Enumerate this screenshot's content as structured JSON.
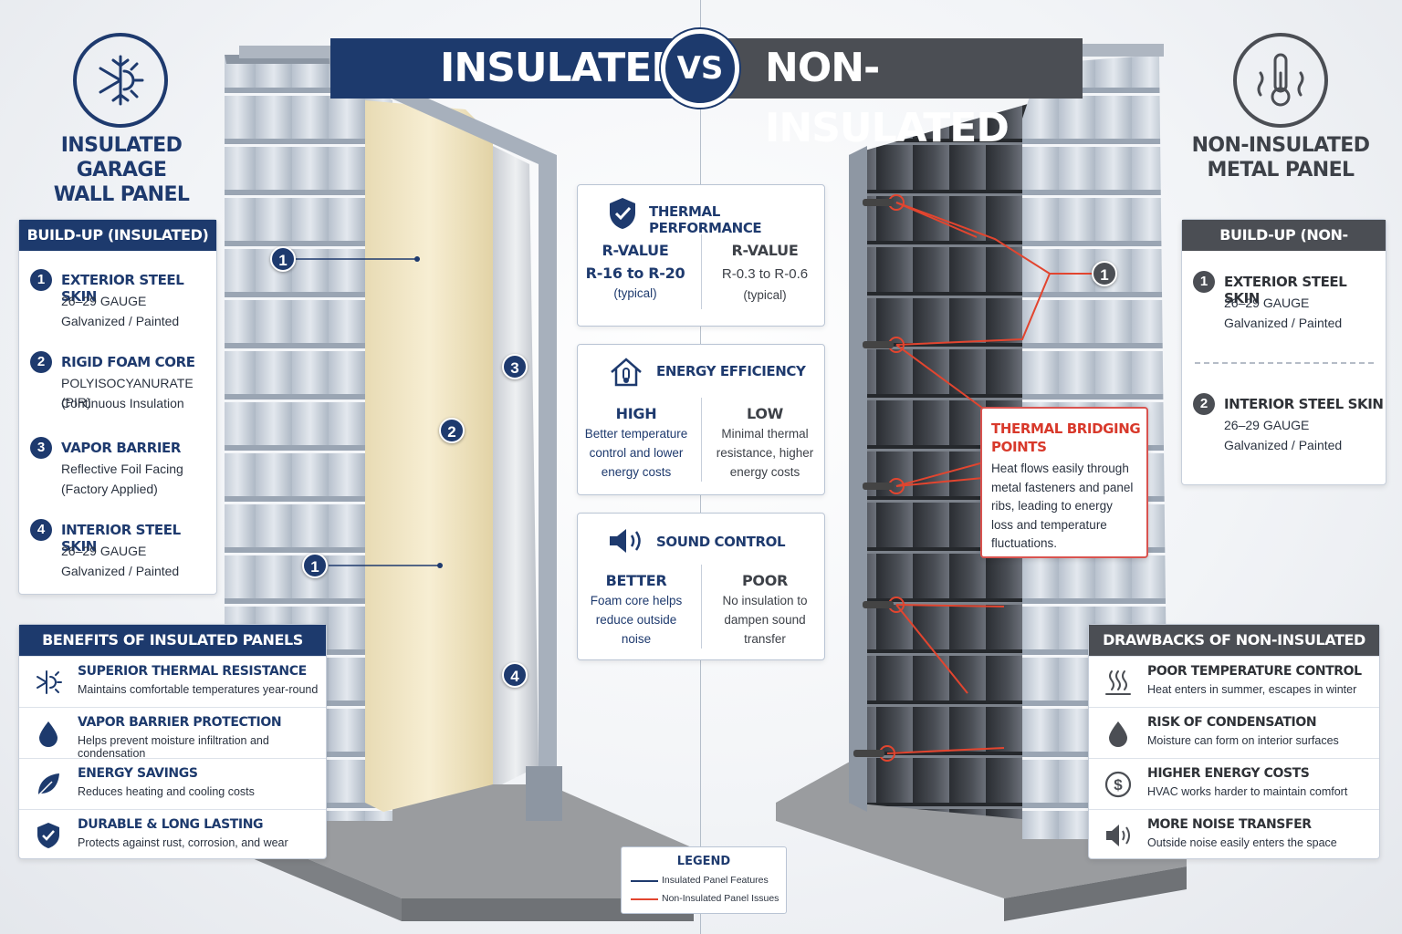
{
  "banner": {
    "left": "INSULATED",
    "vs": "VS",
    "right": "NON-INSULATED"
  },
  "left_header": {
    "title_line1": "INSULATED GARAGE",
    "title_line2": "WALL PANEL",
    "icon": "snowflake-sun-icon"
  },
  "right_header": {
    "title_line1": "NON-INSULATED",
    "title_line2": "METAL PANEL",
    "icon": "thermometer-heat-icon"
  },
  "buildup_insulated": {
    "heading": "BUILD-UP (INSULATED)",
    "items": [
      {
        "n": "1",
        "title": "EXTERIOR STEEL SKIN",
        "l1": "26–29 GAUGE",
        "l2": "Galvanized / Painted"
      },
      {
        "n": "2",
        "title": "RIGID FOAM CORE",
        "l1": "POLYISOCYANURATE (PIR)",
        "l2": "Continuous Insulation"
      },
      {
        "n": "3",
        "title": "VAPOR BARRIER",
        "l1": "Reflective Foil Facing",
        "l2": "(Factory Applied)"
      },
      {
        "n": "4",
        "title": "INTERIOR STEEL SKIN",
        "l1": "26–29 GAUGE",
        "l2": "Galvanized / Painted"
      }
    ]
  },
  "buildup_non": {
    "heading": "BUILD-UP (NON-INSULATED)",
    "items": [
      {
        "n": "1",
        "title": "EXTERIOR STEEL SKIN",
        "l1": "26–29 GAUGE",
        "l2": "Galvanized / Painted"
      },
      {
        "n": "2",
        "title": "INTERIOR STEEL SKIN",
        "l1": "26–29 GAUGE",
        "l2": "Galvanized / Painted"
      }
    ]
  },
  "benefits": {
    "heading": "BENEFITS OF INSULATED PANELS",
    "items": [
      {
        "icon": "snowflake-sun-icon",
        "title": "SUPERIOR THERMAL RESISTANCE",
        "sub": "Maintains comfortable temperatures year-round"
      },
      {
        "icon": "water-drop-icon",
        "title": "VAPOR BARRIER PROTECTION",
        "sub": "Helps prevent moisture infiltration and condensation"
      },
      {
        "icon": "leaf-icon",
        "title": "ENERGY SAVINGS",
        "sub": "Reduces heating and cooling costs"
      },
      {
        "icon": "shield-check-icon",
        "title": "DURABLE & LONG LASTING",
        "sub": "Protects against rust, corrosion, and wear"
      }
    ]
  },
  "drawbacks": {
    "heading": "DRAWBACKS OF NON-INSULATED PANELS",
    "items": [
      {
        "icon": "heat-waves-icon",
        "title": "POOR TEMPERATURE CONTROL",
        "sub": "Heat enters in summer, escapes in winter"
      },
      {
        "icon": "water-drop-icon",
        "title": "RISK OF CONDENSATION",
        "sub": "Moisture can form on interior surfaces"
      },
      {
        "icon": "dollar-icon",
        "title": "HIGHER ENERGY COSTS",
        "sub": "HVAC works harder to maintain comfort"
      },
      {
        "icon": "speaker-icon",
        "title": "MORE NOISE TRANSFER",
        "sub": "Outside noise easily enters the space"
      }
    ]
  },
  "thermal": {
    "title": "THERMAL PERFORMANCE",
    "left": {
      "h": "R-VALUE",
      "v": "R-16 to R-20",
      "n": "(typical)"
    },
    "right": {
      "h": "R-VALUE",
      "v": "R-0.3 to R-0.6",
      "n": "(typical)"
    }
  },
  "energy": {
    "title": "ENERGY EFFICIENCY",
    "left": {
      "h": "HIGH",
      "l1": "Better temperature",
      "l2": "control and lower",
      "l3": "energy costs"
    },
    "right": {
      "h": "LOW",
      "l1": "Minimal thermal",
      "l2": "resistance, higher",
      "l3": "energy costs"
    }
  },
  "sound": {
    "title": "SOUND CONTROL",
    "left": {
      "h": "BETTER",
      "l1": "Foam core helps",
      "l2": "reduce outside",
      "l3": "noise"
    },
    "right": {
      "h": "POOR",
      "l1": "No insulation to",
      "l2": "dampen sound",
      "l3": "transfer"
    }
  },
  "thermal_bridging": {
    "title_l1": "THERMAL BRIDGING",
    "title_l2": "POINTS",
    "body": [
      "Heat flows easily through",
      "metal fasteners and panel",
      "ribs, leading to energy",
      "loss and temperature",
      "fluctuations."
    ]
  },
  "callouts_left": [
    "1",
    "2",
    "3",
    "1",
    "4"
  ],
  "callouts_right": [
    "1"
  ],
  "legend": {
    "title": "LEGEND",
    "items": [
      {
        "label": "Insulated Panel Features",
        "color": "#1e3a6e"
      },
      {
        "label": "Non-Insulated Panel Issues",
        "color": "#e2452f"
      }
    ]
  },
  "colors": {
    "navy": "#1d3a6d",
    "charcoal": "#4b4e54",
    "red": "#e2452f",
    "foam": "#f3e8c6"
  }
}
